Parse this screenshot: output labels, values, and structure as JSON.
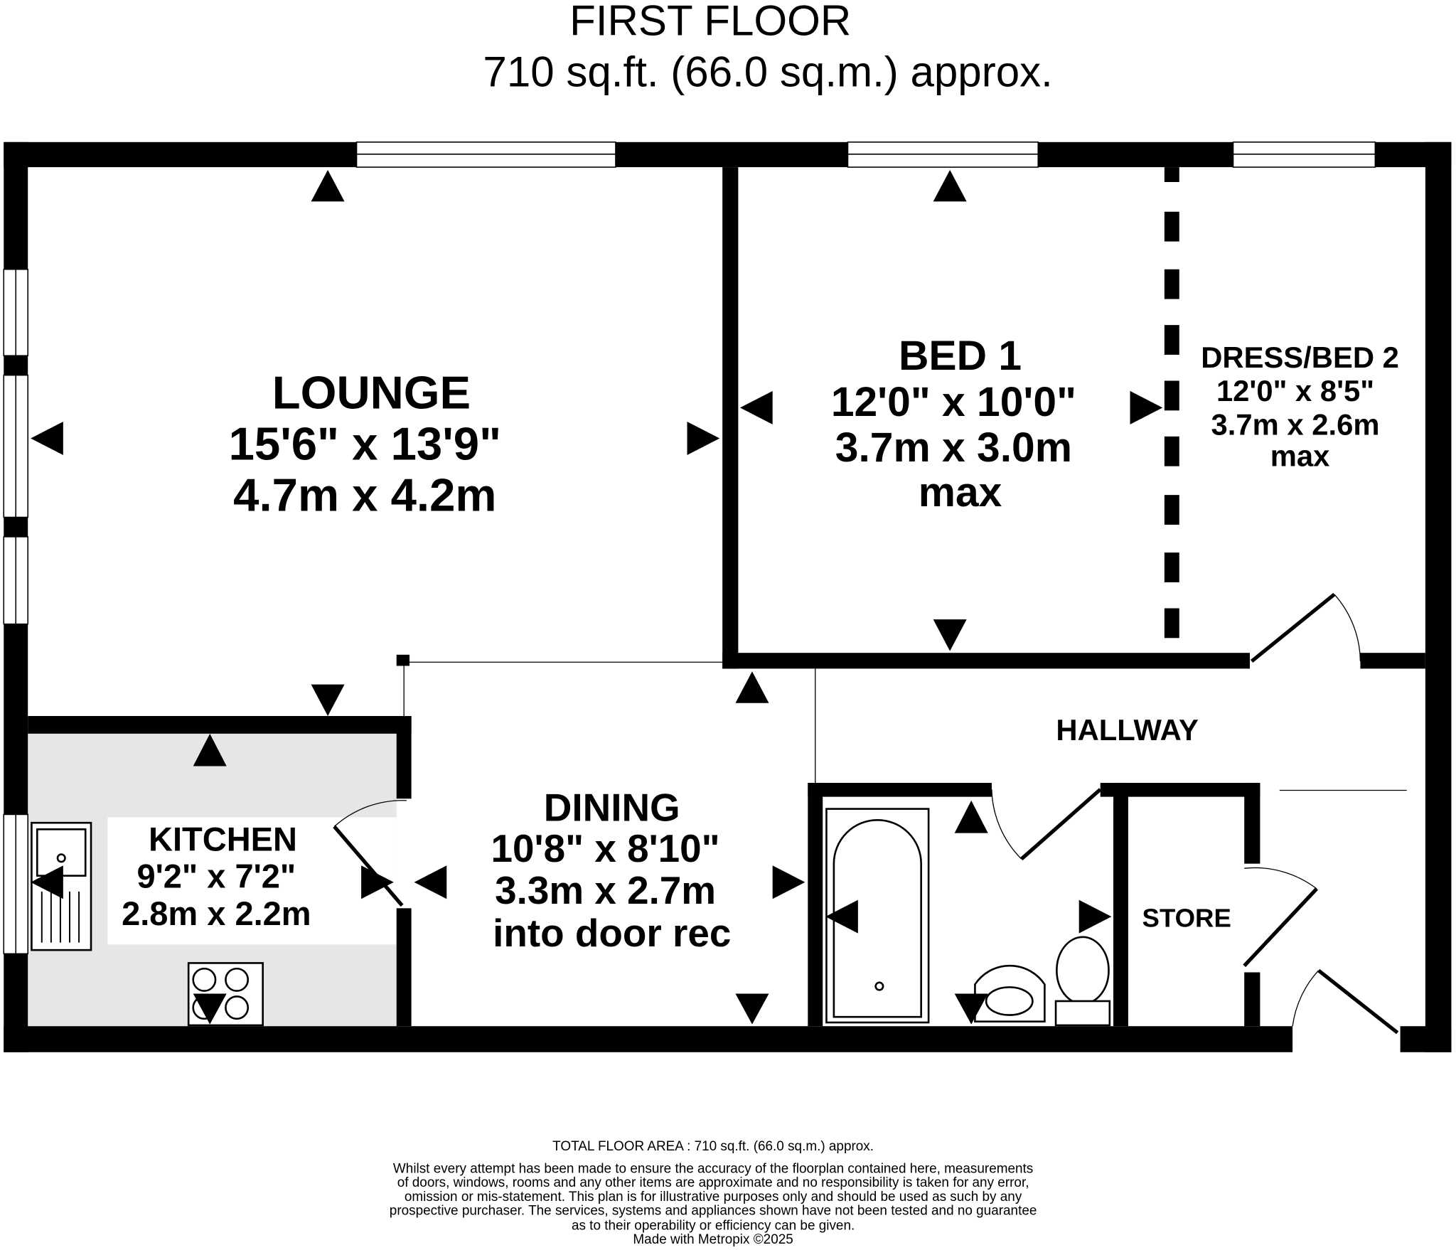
{
  "header": {
    "title": "FIRST FLOOR",
    "area": "710 sq.ft. (66.0 sq.m.) approx."
  },
  "rooms": {
    "lounge": {
      "name": "LOUNGE",
      "imperial": "15'6\"  x 13'9\"",
      "metric": "4.7m  x 4.2m"
    },
    "bed1": {
      "name": "BED 1",
      "imperial": "12'0\"  x 10'0\"",
      "metric": "3.7m  x 3.0m",
      "note": "max"
    },
    "dress": {
      "name": "DRESS/BED 2",
      "imperial": "12'0\"  x 8'5\"",
      "metric": "3.7m  x 2.6m",
      "note": "max"
    },
    "hallway": {
      "name": "HALLWAY"
    },
    "kitchen": {
      "name": "KITCHEN",
      "imperial": "9'2\"  x 7'2\"",
      "metric": "2.8m  x 2.2m"
    },
    "dining": {
      "name": "DINING",
      "imperial": "10'8\"  x 8'10\"",
      "metric": "3.3m  x 2.7m",
      "note": "into door rec"
    },
    "store": {
      "name": "STORE"
    }
  },
  "footer": {
    "total": "TOTAL FLOOR AREA : 710 sq.ft. (66.0 sq.m.) approx.",
    "disclaimer": [
      "Whilst every attempt has been made to ensure the accuracy of the floorplan contained here, measurements",
      "of doors, windows, rooms and any other items are approximate and no responsibility is taken for any error,",
      "omission or mis-statement. This plan is for illustrative purposes only and should be used as such by any",
      "prospective purchaser. The services, systems and appliances shown have not been tested and no guarantee",
      "as to their operability or efficiency can be given."
    ],
    "credit": "Made with Metropix ©2025"
  },
  "colors": {
    "wall": "#000000",
    "kitchen_floor": "#e6e6e6"
  }
}
